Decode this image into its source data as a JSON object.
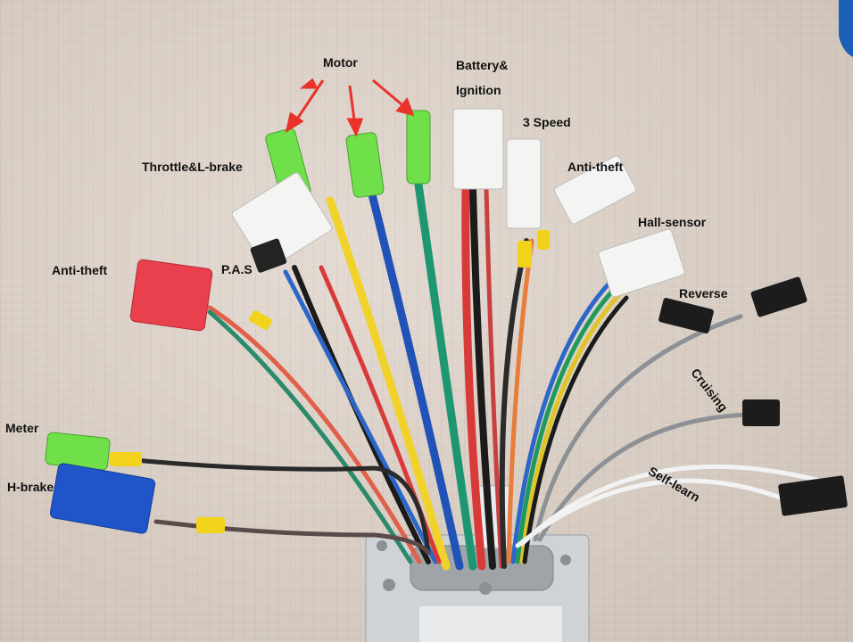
{
  "labels": {
    "motor": "Motor",
    "battery_line1": "Battery&",
    "battery_line2": "Ignition",
    "three_speed": "3 Speed",
    "throttle": "Throttle&L-brake",
    "anti_theft_right": "Anti-theft",
    "hall_sensor": "Hall-sensor",
    "anti_theft_left": "Anti-theft",
    "pas": "P.A.S",
    "reverse": "Reverse",
    "cruising": "Cruising",
    "meter": "Meter",
    "h_brake": "H-brake",
    "self_learn": "Self-learn"
  },
  "colors": {
    "arrow": "#e8322a",
    "connector_white": "#f4f4f2",
    "connector_green": "#6fe04a",
    "connector_red": "#e8404c",
    "connector_blue": "#1f55c8",
    "controller_body": "#cfd3d6",
    "tag_yellow": "#f2d21a"
  }
}
